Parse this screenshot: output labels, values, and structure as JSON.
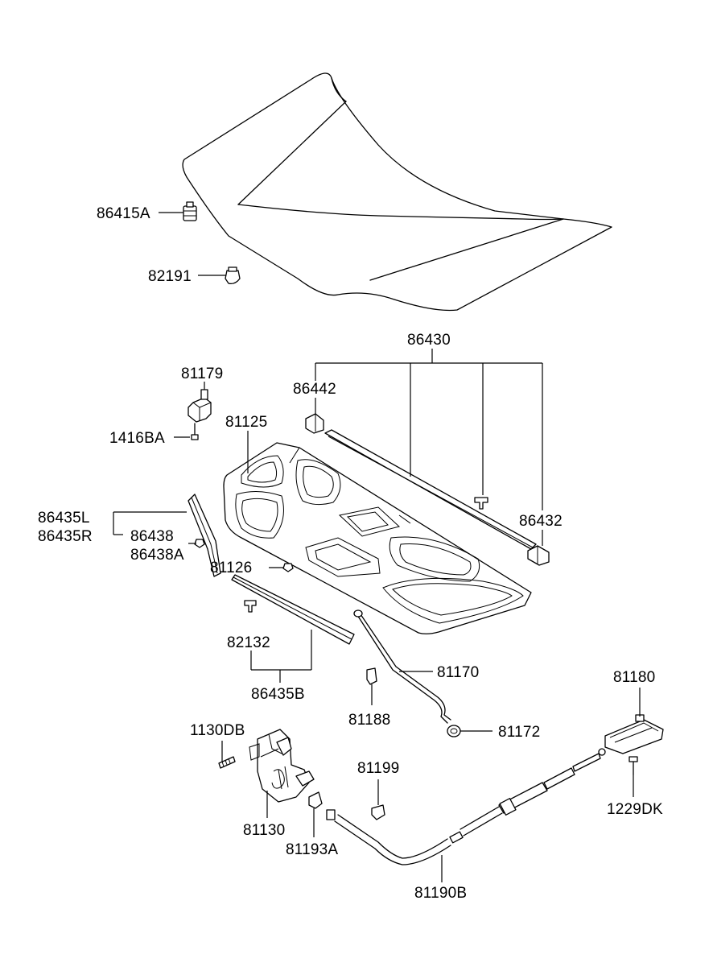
{
  "parts": {
    "p86415A": "86415A",
    "p82191": "82191",
    "p86430": "86430",
    "p81179": "81179",
    "p86442": "86442",
    "p81125": "81125",
    "p1416BA": "1416BA",
    "p86435L": "86435L",
    "p86435R": "86435R",
    "p86438": "86438",
    "p86438A": "86438A",
    "p86432": "86432",
    "p81126": "81126",
    "p82132": "82132",
    "p86435B": "86435B",
    "p81170": "81170",
    "p81188": "81188",
    "p81172": "81172",
    "p81180": "81180",
    "p1130DB": "1130DB",
    "p81199": "81199",
    "p1229DK": "1229DK",
    "p81130": "81130",
    "p81193A": "81193A",
    "p81190B": "81190B"
  }
}
